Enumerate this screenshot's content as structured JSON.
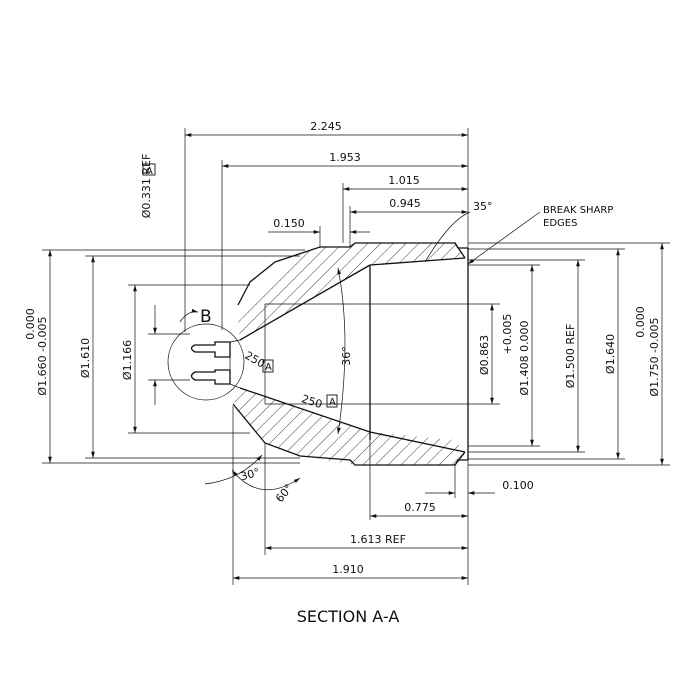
{
  "caption": "SECTION A-A",
  "detail_label": "B",
  "datum_label": "A",
  "note": {
    "line1": "BREAK SHARP",
    "line2": "EDGES"
  },
  "dims": {
    "len_2245": "2.245",
    "len_1953": "1.953",
    "len_1015": "1.015",
    "len_0945": "0.945",
    "len_0150": "0.150",
    "len_0775": "0.775",
    "len_0100": "0.100",
    "len_1613": "1.613 REF",
    "len_1910": "1.910",
    "ang_35": "35°",
    "ang_36": "36°",
    "ang_30": "30°",
    "ang_60": "60°",
    "r_250a": "250",
    "r_250b": "250",
    "dia_0331": "Ø0.331 REF",
    "dia_1660": "Ø1.660 -0.005",
    "dia_1660_tol": "0.000",
    "dia_1610": "Ø1.610",
    "dia_1166": "Ø1.166",
    "dia_0863": "Ø0.863",
    "dia_1408": "Ø1.408  0.000",
    "dia_1408_tol": "+0.005",
    "dia_1500": "Ø1.500 REF",
    "dia_1640": "Ø1.640",
    "dia_1750": "Ø1.750 -0.005",
    "dia_1750_tol": "0.000"
  }
}
